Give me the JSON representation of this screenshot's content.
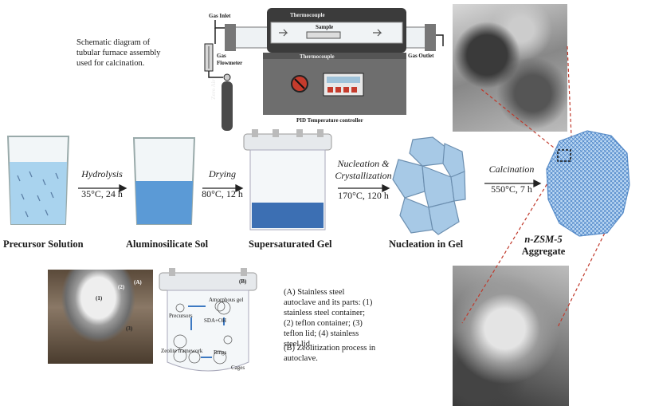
{
  "furnace": {
    "caption": "Schematic diagram of tubular furnace assembly used for calcination.",
    "gas_inlet": "Gas Inlet",
    "thermocouple_top": "Thermocouple",
    "sample": "Sample",
    "thermocouple_bottom": "Thermocouple",
    "gas_outlet": "Gas Outlet",
    "gas_flowmeter_1": "Gas",
    "gas_flowmeter_2": "Flowmeter",
    "zero_air": "Zero Air",
    "pid": "PID Temperature controller"
  },
  "stages": {
    "precursor": "Precursor Solution",
    "sol": "Aluminosilicate Sol",
    "gel": "Supersaturated Gel",
    "nucleation": "Nucleation in Gel",
    "aggregate_1": "n-ZSM-5",
    "aggregate_2": "Aggregate"
  },
  "steps": {
    "hydrolysis_name": "Hydrolysis",
    "hydrolysis_cond": "35°C, 24 h",
    "drying_name": "Drying",
    "drying_cond": "80°C, 12 h",
    "nucleation_name_1": "Nucleation &",
    "nucleation_name_2": "Crystallization",
    "nucleation_cond": "170°C, 120 h",
    "calcination_name": "Calcination",
    "calcination_cond": "550°C, 7 h"
  },
  "autoclave": {
    "photo_label": "(A)",
    "photo_parts": [
      "(1)",
      "(2)",
      "(3)"
    ],
    "diagram_label": "(B)",
    "diagram_texts": [
      "Precursors",
      "Amorphous gel",
      "SDA+OH",
      "Zeolite framework",
      "Rings",
      "Cages"
    ],
    "note_a": "(A)  Stainless steel autoclave and its parts: (1) stainless steel container; (2) teflon container; (3) teflon lid; (4) stainless steel lid.",
    "note_b": "(B)  Zeolitization process in autoclave."
  },
  "colors": {
    "liquid_light": "#a9d3ee",
    "liquid_dark": "#3c6fb3",
    "crystal": "#a7c9e6",
    "aggregate": "#7fb3e8",
    "zoom_line": "#c0392b"
  }
}
